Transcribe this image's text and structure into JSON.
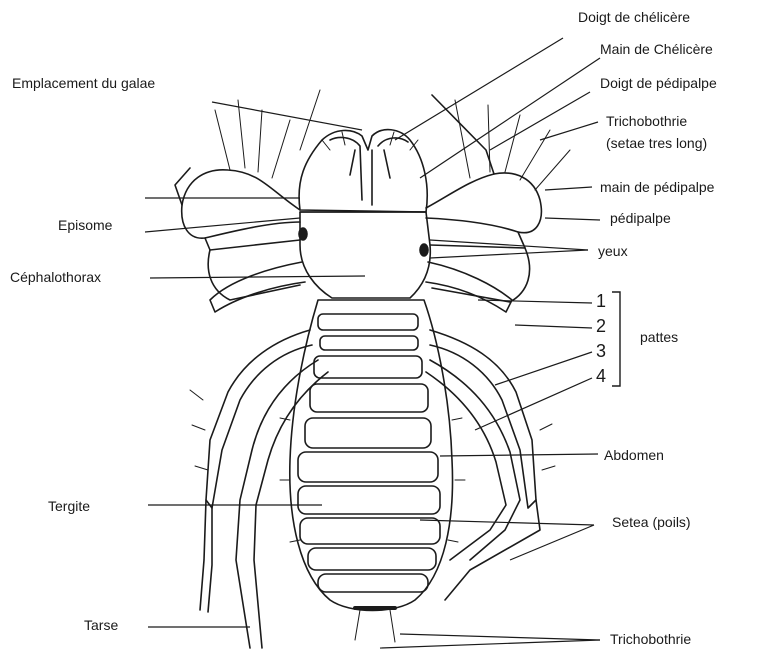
{
  "labels": {
    "emplacement_galae": "Emplacement du galae",
    "doigt_chelicere": "Doigt de chélicère",
    "main_chelicere": "Main de Chélicère",
    "doigt_pedipalpe": "Doigt de pédipalpe",
    "trichobothrie_top_1": "Trichobothrie",
    "trichobothrie_top_2": "(setae tres long)",
    "main_pedipalpe": "main de pédipalpe",
    "pedipalpe": "pédipalpe",
    "yeux": "yeux",
    "episome": "Episome",
    "cephalothorax": "Céphalothorax",
    "leg_1": "1",
    "leg_2": "2",
    "leg_3": "3",
    "leg_4": "4",
    "pattes": "pattes",
    "abdomen": "Abdomen",
    "tergite": "Tergite",
    "setea": "Setea (poils)",
    "tarse": "Tarse",
    "trichobothrie_bottom": "Trichobothrie"
  }
}
